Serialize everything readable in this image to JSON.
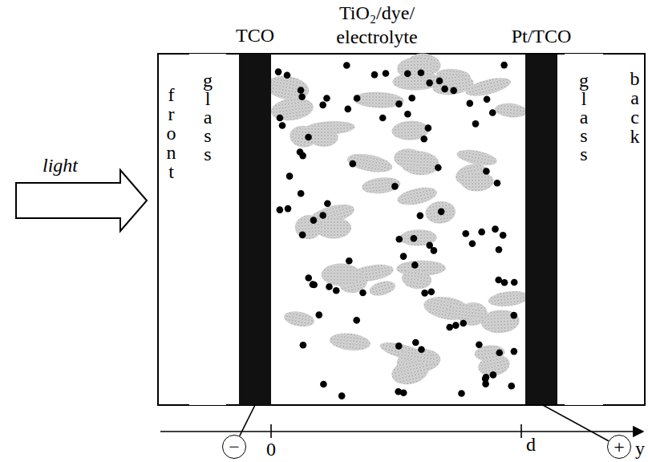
{
  "diagram": {
    "nodes": [
      {
        "text": [
          "glass"
        ]
      },
      {
        "text": [
          "TCO"
        ]
      },
      {
        "text": [
          "TiO₂/dye/ electrolyte"
        ]
      },
      {
        "text": [
          "Pt/TCO"
        ]
      },
      {
        "text": [
          "glass"
        ]
      },
      {
        "text": [
          "−"
        ]
      },
      {
        "text": [
          "+"
        ]
      }
    ],
    "edges": [
      {
        "from": 1,
        "to": 5,
        "arrow": "none"
      },
      {
        "from": 3,
        "to": 6,
        "arrow": "none"
      }
    ],
    "labels": [
      "light",
      "front",
      "back",
      "0",
      "d",
      "y"
    ]
  }
}
